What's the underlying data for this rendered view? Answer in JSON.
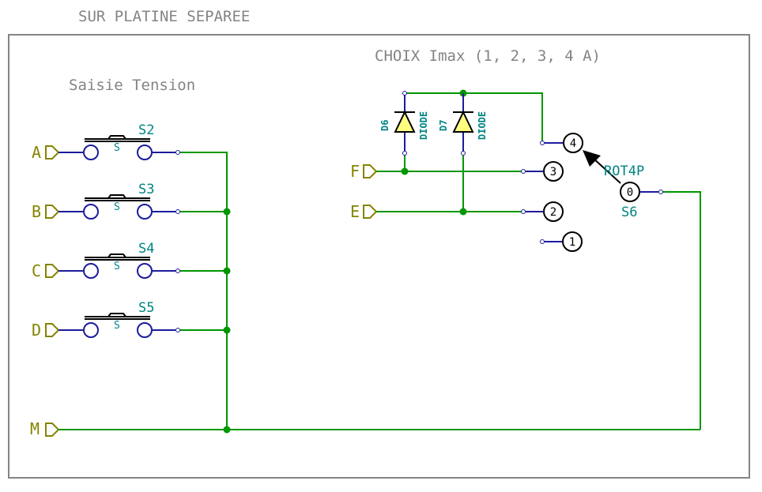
{
  "texts": {
    "header": "SUR PLATINE SEPAREE",
    "choix": "CHOIX  Imax (1, 2, 3, 4 A)",
    "saisie": "Saisie Tension"
  },
  "ports": {
    "a": "A",
    "b": "B",
    "c": "C",
    "d": "D",
    "f": "F",
    "e": "E",
    "m": "M"
  },
  "switches": {
    "s2": "S2",
    "s3": "S3",
    "s4": "S4",
    "s5": "S5",
    "symbol": "S"
  },
  "diodes": {
    "d6_ref": "D6",
    "d6_value": "DIODE",
    "d7_ref": "D7",
    "d7_value": "DIODE"
  },
  "rotary": {
    "value": "ROT4P",
    "ref": "S6",
    "pins": {
      "p0": "0",
      "p1": "1",
      "p2": "2",
      "p3": "3",
      "p4": "4"
    }
  },
  "colors": {
    "wire": "#009600",
    "component": "#1c1c9c",
    "label_teal": "#008484",
    "port": "#848400",
    "text_gray": "#848484",
    "diode_fill": "#ffff80"
  }
}
